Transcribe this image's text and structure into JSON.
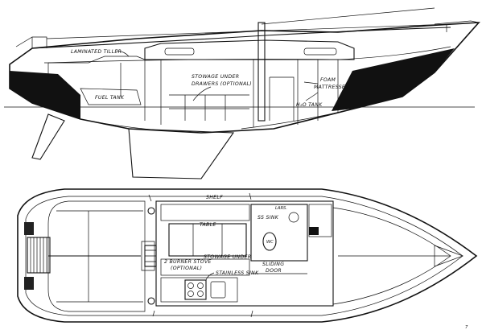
{
  "profile": {
    "labels": {
      "laminated_tiller": "LAMINATED TILLER",
      "fuel_tank": "FUEL TANK",
      "stowage_under_drawers_1": "STOWAGE UNDER",
      "stowage_under_drawers_2": "DRAWERS (OPTIONAL)",
      "foam_mattresses_1": "FOAM",
      "foam_mattresses_2": "MATTRESSES",
      "water_tank": "H₂O TANK"
    }
  },
  "plan": {
    "labels": {
      "shelf": "SHELF",
      "lars": "LARS.",
      "ss_sink": "SS SINK",
      "table": "TABLE",
      "wc": "WC",
      "stove_1": "2 BURNER STOVE",
      "stove_2": "(OPTIONAL)",
      "stowage_under": "STOWAGE UNDER",
      "stainless_sink": "STAINLESS SINK",
      "sliding_door_1": "SLIDING",
      "sliding_door_2": "DOOR"
    }
  },
  "page_number": "7",
  "colors": {
    "ink": "#111111",
    "paper": "#ffffff",
    "hatch": "#555555"
  }
}
